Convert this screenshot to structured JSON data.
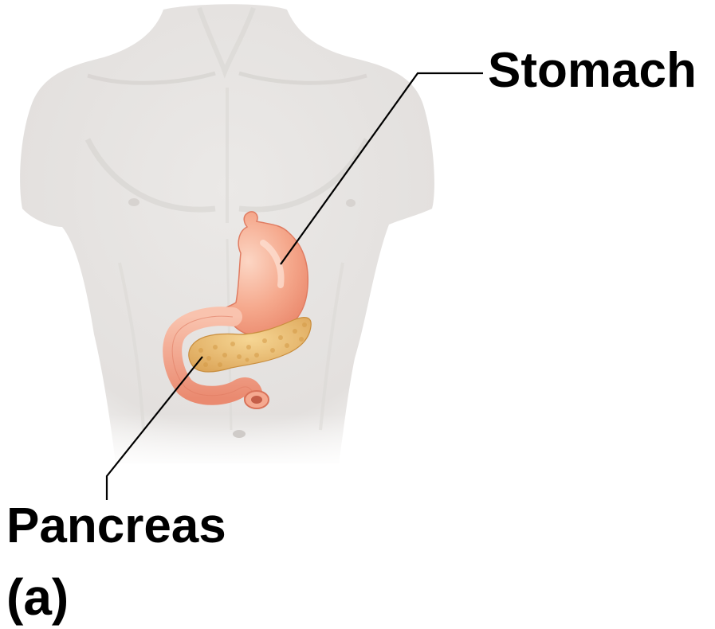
{
  "figure": {
    "labels": {
      "stomach": "Stomach",
      "pancreas": "Pancreas",
      "panel": "(a)"
    },
    "colors": {
      "skin": "#e6e4e2",
      "skin_shadow": "#cfccc9",
      "stomach": "#f4a184",
      "stomach_highlight": "#fbd2c0",
      "duodenum": "#f29f86",
      "pancreas": "#e9bb6a",
      "pancreas_lobule": "#d59d45",
      "leader_line": "#000000"
    }
  }
}
